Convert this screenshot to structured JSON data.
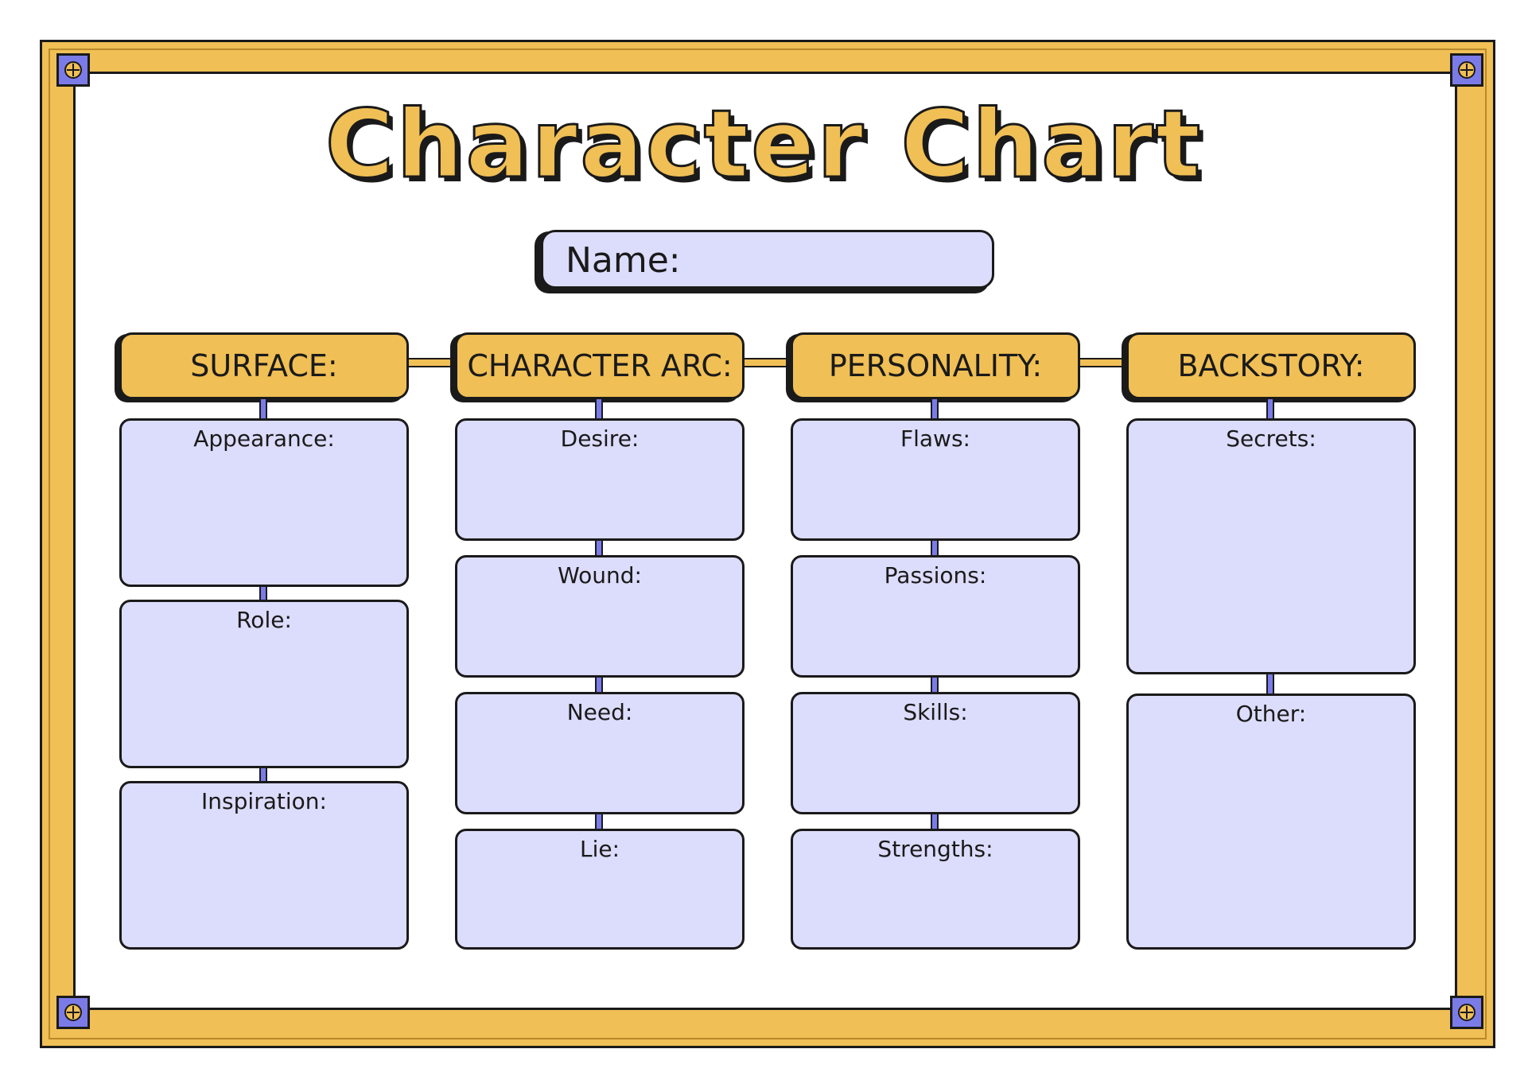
{
  "title": "Character Chart",
  "name_label": "Name:",
  "colors": {
    "frame": "#f0bf55",
    "panel": "#dcdcfc",
    "bolt": "#7b7be8",
    "ink": "#1a1a1a"
  },
  "columns": [
    {
      "heading": "SURFACE:",
      "fields": [
        "Appearance:",
        "Role:",
        "Inspiration:"
      ]
    },
    {
      "heading": "CHARACTER ARC:",
      "fields": [
        "Desire:",
        "Wound:",
        "Need:",
        "Lie:"
      ]
    },
    {
      "heading": "PERSONALITY:",
      "fields": [
        "Flaws:",
        "Passions:",
        "Skills:",
        "Strengths:"
      ]
    },
    {
      "heading": "BACKSTORY:",
      "fields": [
        "Secrets:",
        "Other:"
      ]
    }
  ]
}
